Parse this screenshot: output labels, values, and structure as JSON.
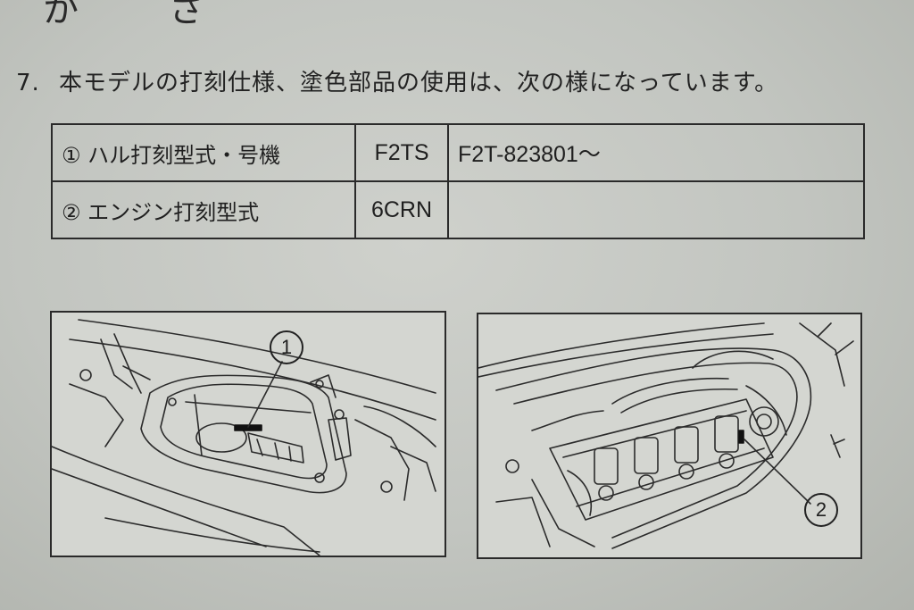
{
  "page": {
    "top_fragment": "か さ",
    "intro_number": "7.",
    "intro_text": "本モデルの打刻仕様、塗色部品の使用は、次の様になっています。"
  },
  "spec_table": {
    "rows": [
      {
        "label": "① ハル打刻型式・号機",
        "model": "F2TS",
        "value": "F2T-823801～"
      },
      {
        "label": "② エンジン打刻型式",
        "model": "6CRN",
        "value": ""
      }
    ]
  },
  "figures": {
    "hull": {
      "callout": "1"
    },
    "engine": {
      "callout": "2"
    }
  }
}
